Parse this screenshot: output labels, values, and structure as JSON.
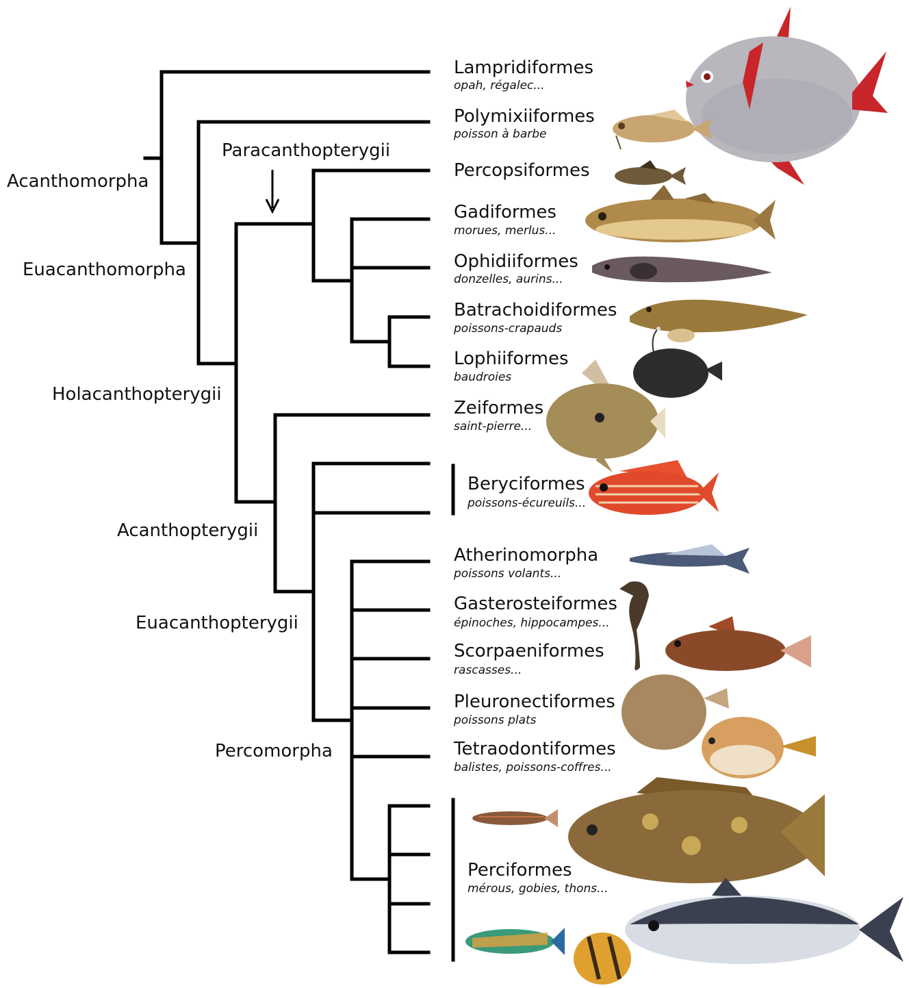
{
  "clades": {
    "acanthomorpha": "Acanthomorpha",
    "euacanthomorpha": "Euacanthomorpha",
    "holacanthopterygii": "Holacanthopterygii",
    "paracanthopterygii": "Paracanthopterygii",
    "acanthopterygii": "Acanthopterygii",
    "euacanthopterygii": "Euacanthopterygii",
    "percomorpha": "Percomorpha"
  },
  "orders": [
    {
      "name": "Lampridiformes",
      "common": "opah, régalec..."
    },
    {
      "name": "Polymixiiformes",
      "common": "poisson à barbe"
    },
    {
      "name": "Percopsiformes",
      "common": ""
    },
    {
      "name": "Gadiformes",
      "common": "morues, merlus..."
    },
    {
      "name": "Ophidiiformes",
      "common": "donzelles, aurins..."
    },
    {
      "name": "Batrachoidiformes",
      "common": "poissons-crapauds"
    },
    {
      "name": "Lophiiformes",
      "common": "baudroies"
    },
    {
      "name": "Zeiformes",
      "common": "saint-pierre..."
    },
    {
      "name": "Beryciformes",
      "common": "poissons-écureuils..."
    },
    {
      "name": "Atherinomorpha",
      "common": "poissons volants..."
    },
    {
      "name": "Gasterosteiformes",
      "common": "épinoches, hippocampes..."
    },
    {
      "name": "Scorpaeniformes",
      "common": "rascasses..."
    },
    {
      "name": "Pleuronectiformes",
      "common": "poissons plats"
    },
    {
      "name": "Tetraodontiformes",
      "common": "balistes, poissons-coffres..."
    },
    {
      "name": "Perciformes",
      "common": "mérous, gobies, thons..."
    }
  ],
  "fish_images": [
    {
      "icon": "opah-fish-icon",
      "color": "#b9b6bd",
      "accent": "#c8262a"
    },
    {
      "icon": "beardfish-icon",
      "color": "#c9a572",
      "accent": "#8a6a45"
    },
    {
      "icon": "trout-perch-icon",
      "color": "#6e5a3a",
      "accent": "#3f3220"
    },
    {
      "icon": "cod-icon",
      "color": "#b08a4a",
      "accent": "#6b5228"
    },
    {
      "icon": "cusk-eel-icon",
      "color": "#6a5a5e",
      "accent": "#3a3034"
    },
    {
      "icon": "toadfish-icon",
      "color": "#9a7a3a",
      "accent": "#5c4722"
    },
    {
      "icon": "anglerfish-icon",
      "color": "#2d2d2d",
      "accent": "#111111"
    },
    {
      "icon": "john-dory-icon",
      "color": "#a58d5a",
      "accent": "#5a4a2a"
    },
    {
      "icon": "squirrelfish-icon",
      "color": "#e04a2a",
      "accent": "#f2d3b0"
    },
    {
      "icon": "flying-fish-icon",
      "color": "#4a5a78",
      "accent": "#b8c4d8"
    },
    {
      "icon": "seahorse-icon",
      "color": "#4a3a2a",
      "accent": "#2a2018"
    },
    {
      "icon": "scorpionfish-icon",
      "color": "#8a4a2a",
      "accent": "#d9a08a"
    },
    {
      "icon": "flatfish-icon",
      "color": "#a88860",
      "accent": "#7a5e3c"
    },
    {
      "icon": "pufferfish-icon",
      "color": "#d8a060",
      "accent": "#f0e0c8"
    },
    {
      "icon": "goby-icon",
      "color": "#8a5a3a",
      "accent": "#c0704a"
    },
    {
      "icon": "grouper-icon",
      "color": "#8a6a3a",
      "accent": "#d8b860"
    },
    {
      "icon": "wrasse-icon",
      "color": "#3a9a7a",
      "accent": "#e0a040"
    },
    {
      "icon": "butterflyfish-icon",
      "color": "#e0a030",
      "accent": "#3a2a1a"
    },
    {
      "icon": "tuna-icon",
      "color": "#3a4050",
      "accent": "#d8dce4"
    }
  ]
}
